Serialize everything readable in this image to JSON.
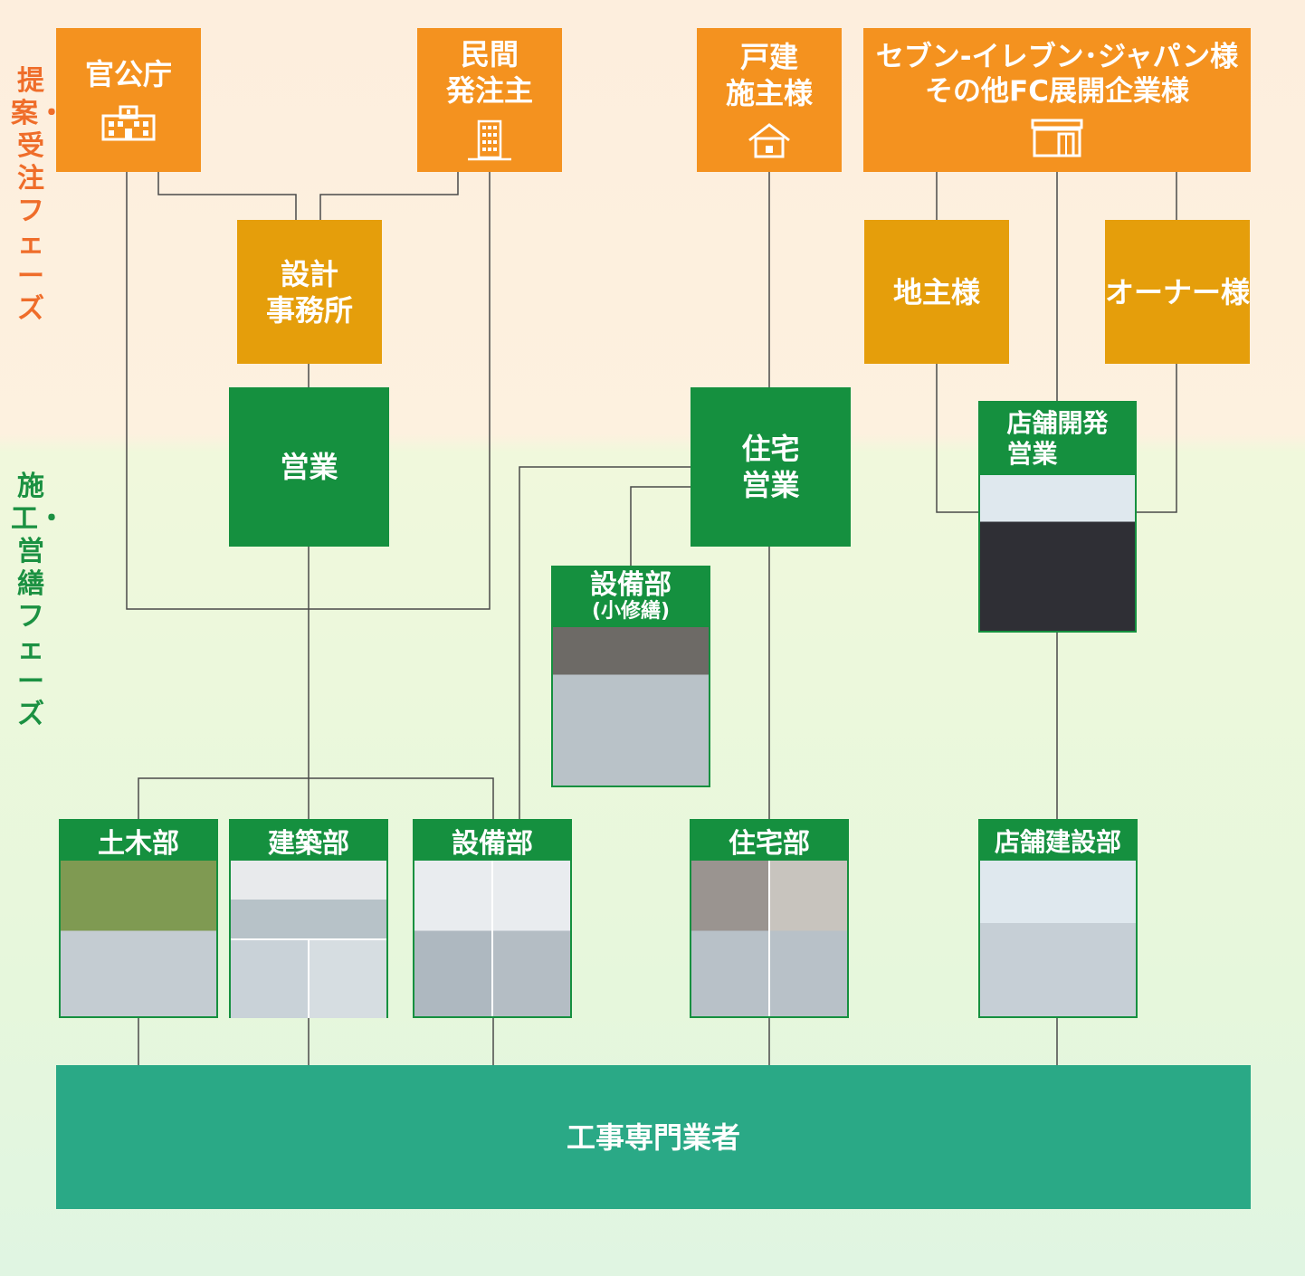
{
  "phases": {
    "proposal": "提案・受注フェーズ",
    "construction": "施工・営繕フェーズ"
  },
  "clients": {
    "government": "官公庁",
    "private": "民間\n発注主",
    "house_owner": "戸建\n施主様",
    "seven": "セブン-イレブン･ジャパン様\nその他FC展開企業様"
  },
  "intermediaries": {
    "design_office": "設計\n事務所",
    "landowner": "地主様",
    "owner": "オーナー様"
  },
  "sales": {
    "sales": "営業",
    "housing_sales": "住宅\n営業",
    "store_dev_sales": "店舗開発\n営業"
  },
  "departments": {
    "equipment_small": "設備部",
    "equipment_small_sub": "(小修繕)",
    "civil": "土木部",
    "architecture": "建築部",
    "equipment": "設備部",
    "housing": "住宅部",
    "store_construction": "店舗建設部"
  },
  "contractors": "工事専門業者",
  "icons": [
    "building-icon",
    "tower-icon",
    "house-icon",
    "store-icon"
  ],
  "colors": {
    "client": "#f4921f",
    "intermediary": "#e59e0b",
    "internal": "#15903f",
    "contractors": "#2aa986",
    "phase_proposal": "#ef6d2a",
    "phase_construction": "#1b9142"
  }
}
